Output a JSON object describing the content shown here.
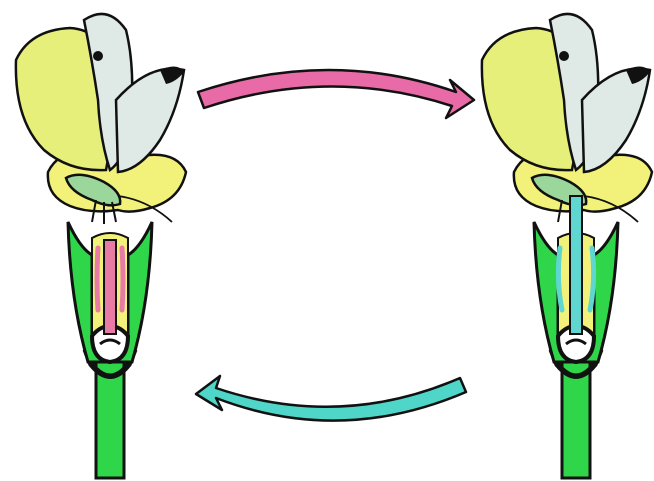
{
  "diagram": {
    "description_free": true,
    "nodes": [
      {
        "id": "flower-left",
        "pistil_color": "#e87aa6",
        "icon": "flower-with-butterfly-icon"
      },
      {
        "id": "flower-right",
        "pistil_color": "#5fd6d0",
        "icon": "flower-with-butterfly-icon"
      }
    ],
    "edges": [
      {
        "from": "flower-left",
        "to": "flower-right",
        "color": "#e86aa6",
        "icon": "arrow-right-icon"
      },
      {
        "from": "flower-right",
        "to": "flower-left",
        "color": "#4fd6c8",
        "icon": "arrow-left-icon"
      }
    ]
  },
  "colors": {
    "wing_yellow": "#e6ef7a",
    "wing_white": "#dfe9e6",
    "petal_yellow": "#f2f27a",
    "stem_green": "#2fd64a",
    "outline": "#111111"
  }
}
